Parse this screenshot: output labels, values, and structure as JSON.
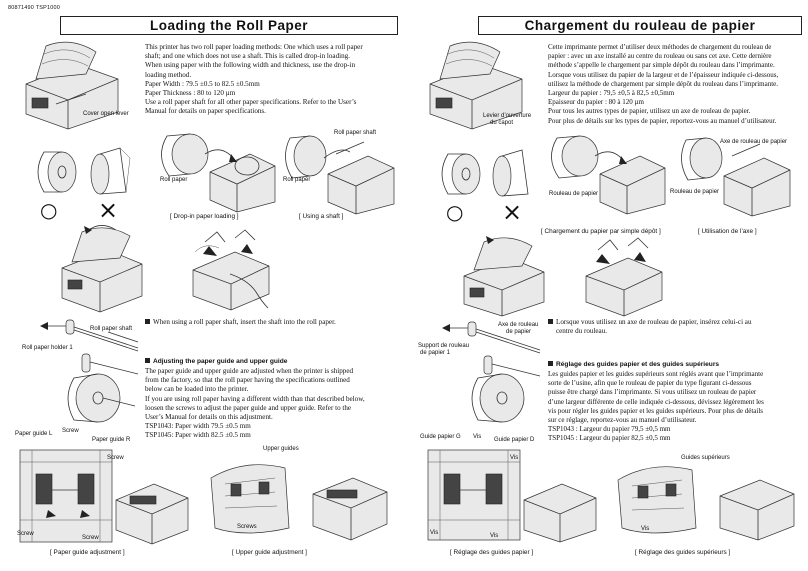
{
  "doc_id": "80871490  TSP1000",
  "en": {
    "title": "Loading the Roll Paper",
    "intro": [
      "This printer has two roll paper loading methods: One which uses a roll paper",
      "shaft; and one which does not use a shaft.  This is called drop-in loading.",
      "When using paper with the following width and thickness, use the drop-in",
      "loading method.",
      "Paper Width :  79.5 ±0.5 to 82.5 ±0.5mm",
      "Paper Thickness :  80 to 120 µm",
      "Use a roll paper shaft for all other paper specifications.  Refer to the User’s",
      "Manual for details on paper specifications."
    ],
    "cover_open_lever": "Cover open lever",
    "roll_paper": "Roll paper",
    "roll_paper_shaft": "Roll paper shaft",
    "cap_dropin": "[ Drop-in paper loading ]",
    "cap_shaft": "[ Using a shaft ]",
    "shaft_note": "When using a roll paper shaft, insert the shaft  into the roll paper.",
    "roll_paper_shaft_2": "Roll paper shaft",
    "roll_paper_holder": "Roll paper holder 1",
    "adjust_heading": "Adjusting the paper guide and upper guide",
    "adjust_text": [
      "The paper guide and upper guide are adjusted when the printer is shipped",
      "from the factory, so that the roll paper having the specifications outlined",
      "below can be loaded into the printer.",
      "If you are using roll paper having a different width than that described below,",
      "loosen the screws to adjust the paper guide and upper guide.  Refer to the",
      "User’s Manual for details on this adjustment.",
      "TSP1043:  Paper width 79.5 ±0.5 mm",
      "TSP1045:  Paper width 82.5 ±0.5 mm"
    ],
    "paper_guide_l": "Paper guide L",
    "screw_a": "Screw",
    "paper_guide_r": "Paper guide R",
    "screw_b": "Screw",
    "screw_c": "Screw",
    "screw_d": "Screw",
    "upper_guides": "Upper guides",
    "screws": "Screws",
    "cap_paper_guide": "[ Paper guide adjustment ]",
    "cap_upper_guide": "[ Upper guide adjustment ]"
  },
  "fr": {
    "title": "Chargement du rouleau de papier",
    "intro": [
      "Cette imprimante permet d’utiliser deux méthodes de chargement du rouleau de",
      "papier : avec un axe installé au centre du rouleau ou sans cet axe. Cette dernière",
      "méthode s’appelle le chargement par simple dépôt du rouleau dans l’imprimante.",
      "Lorsque vous utilisez du papier de la largeur et de l’épaisseur indiquée ci-dessous,",
      "utilisez la méthode de chargement par simple dépôt du rouleau dans l’imprimante.",
      "Largeur du papier : 79,5 ±0,5 à 82,5 ±0,5mm",
      "Epaisseur du papier : 80 à 120 µm",
      "Pour tous les autres types de papier, utilisez un axe de rouleau de papier.",
      "Pour plus de détails sur les types de papier, reportez-vous au manuel d’utilisateur."
    ],
    "lever_1": "Levier d’ouverture",
    "lever_2": "du capot",
    "axe_rouleau": "Axe de rouleau de papier",
    "rouleau_a": "Rouleau de papier",
    "rouleau_b": "Rouleau de papier",
    "cap_depot": "[ Chargement du papier par simple dépôt ]",
    "cap_axe": "[ Utilisation de l’axe ]",
    "shaft_note_1": "Lorsque vous utilisez un axe de rouleau de papier, insérez celui-ci au",
    "shaft_note_2": "centre du rouleau.",
    "axe_1": "Axe de rouleau",
    "axe_2": "de papier",
    "support_1": "Support de rouleau",
    "support_2": "de papier 1",
    "adjust_heading": "Réglage des guides papier et des guides supérieurs",
    "adjust_text": [
      "Les guides papier et les guides supérieurs sont réglés avant que l’imprimante",
      "sorte de l’usine, afin que le rouleau de papier du type figurant ci-dessous",
      "puisse être chargé dans l’imprimante. Si vous utilisez un rouleau de papier",
      "d’une largeur différente de celle indiquée ci-dessous, dévissez légèrement les",
      "vis pour régler les guides papier et les guides supérieurs. Pour plus de détails",
      "sur ce réglage, reportez-vous au manuel d’utilisateur.",
      "TSP1043 : Largeur du papier 79,5 ±0,5 mm",
      "TSP1045 : Largeur du papier 82,5 ±0,5 mm"
    ],
    "guide_g": "Guide papier G",
    "vis_a": "Vis",
    "guide_d": "Guide papier D",
    "vis_b": "Vis",
    "vis_c": "Vis",
    "vis_d": "Vis",
    "guides_sup": "Guides supérieurs",
    "vis_e": "Vis",
    "cap_guides_papier": "[ Réglage des guides papier ]",
    "cap_guides_sup": "[ Réglage des guides supérieurs ]"
  },
  "symbols": {
    "ok": "○",
    "ng": "×"
  }
}
